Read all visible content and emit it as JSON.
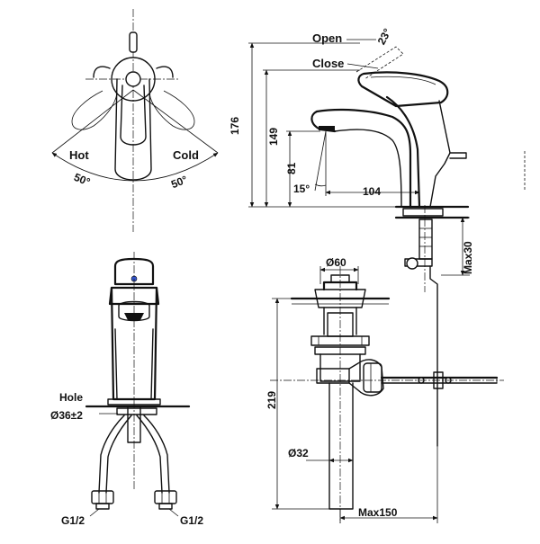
{
  "top_view": {
    "hot_label": "Hot",
    "cold_label": "Cold",
    "hot_angle": "50°",
    "cold_angle": "50°"
  },
  "side_view": {
    "open_label": "Open",
    "close_label": "Close",
    "open_angle": "23°",
    "dim_total_height": "176",
    "dim_spout_height": "149",
    "dim_outlet_height": "81",
    "dim_spout_angle": "15°",
    "dim_spout_reach": "104",
    "dim_max_deck": "Max30"
  },
  "front_view": {
    "hole_label": "Hole",
    "hole_diameter": "Ø36±2",
    "connection_left": "G1/2",
    "connection_right": "G1/2"
  },
  "drain_view": {
    "dim_cap_diameter": "Ø60",
    "dim_height": "219",
    "dim_pipe_diameter": "Ø32",
    "dim_max_length": "Max150"
  },
  "colors": {
    "line": "#111111",
    "background": "#ffffff",
    "handle_dot": "#3355cc"
  }
}
